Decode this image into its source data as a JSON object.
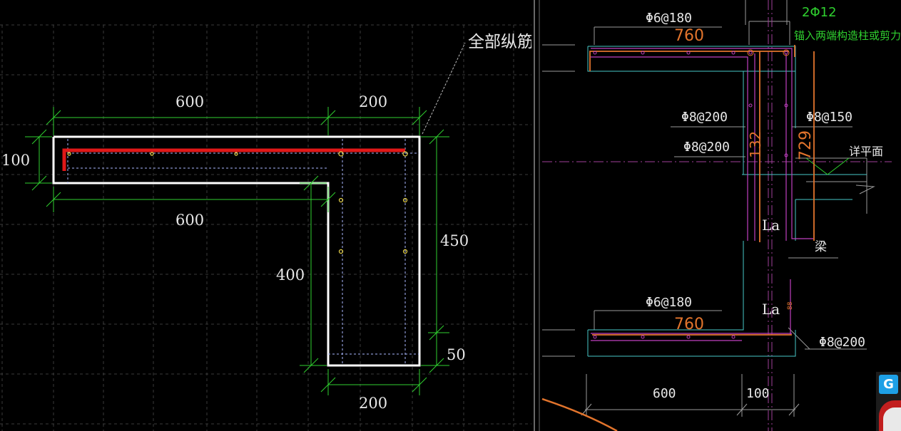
{
  "left_section": {
    "leader_note": "全部纵筋",
    "dimensions": {
      "top_left": "600",
      "top_right": "200",
      "left_height": "100",
      "middle": "600",
      "vertical_inner": "400",
      "right_height": "450",
      "bottom_right": "50",
      "bottom": "200"
    }
  },
  "right_section": {
    "top_rebar": "2Φ12",
    "anchor_note": "锚入两端构造柱或剪力墙内",
    "top_stirrup": "Φ6@180",
    "top_length": "760",
    "stirrup_left_1": "Φ8@200",
    "stirrup_left_2": "Φ8@200",
    "stirrup_right": "Φ8@150",
    "dim_132": "132",
    "dim_729": "729",
    "detail_label": "详平面",
    "la_upper": "La",
    "beam_label": "梁",
    "bottom_stirrup": "Φ6@180",
    "bottom_length": "760",
    "la_lower": "La",
    "dim_b": "88",
    "bottom_leader": "Φ8@200",
    "bottom_dim_600": "600",
    "bottom_dim_100": "100"
  },
  "badge": {
    "letter": "G"
  },
  "colors": {
    "background": "#000000",
    "grid": "#3a3a3a",
    "outline": "#ffffff",
    "dimension": "#2fd02f",
    "rebar": "#e01818",
    "rebar_point": "#e8d44a",
    "detail_orange": "#e2742c",
    "detail_cyan": "#48c8c8",
    "detail_magenta": "#c040c0"
  }
}
